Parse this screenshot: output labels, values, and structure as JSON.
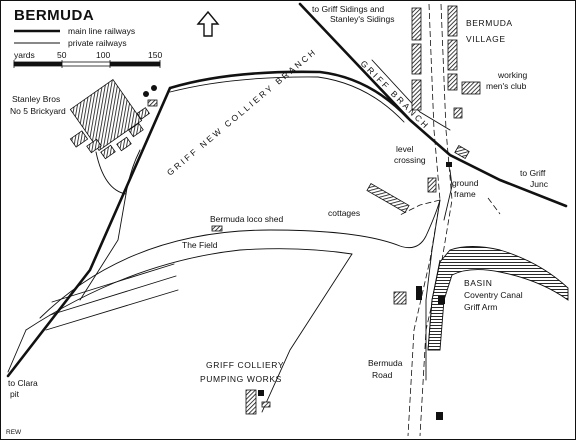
{
  "title": "BERMUDA",
  "legend": {
    "main_line": "main line railways",
    "private": "private railways",
    "scale_unit": "yards",
    "scale_ticks": [
      "50",
      "100",
      "150"
    ]
  },
  "labels": {
    "griff_sidings_1": "to Griff Sidings and",
    "griff_sidings_2": "Stanley's Sidings",
    "village_1": "BERMUDA",
    "village_2": "VILLAGE",
    "club_1": "working",
    "club_2": "men's club",
    "brickyard_1": "Stanley Bros",
    "brickyard_2": "No 5 Brickyard",
    "griff_new_branch": "GRIFF NEW COLLIERY BRANCH",
    "griff_branch": "GRIFF BRANCH",
    "level_1": "level",
    "level_2": "crossing",
    "ground_1": "ground",
    "ground_2": "frame",
    "griff_junc_1": "to Griff",
    "griff_junc_2": "Junc",
    "cottages": "cottages",
    "loco_shed": "Bermuda loco shed",
    "the_field": "The    Field",
    "basin": "BASIN",
    "canal_1": "Coventry Canal",
    "canal_2": "Griff Arm",
    "bermuda_road_1": "Bermuda",
    "bermuda_road_2": "Road",
    "pumping_1": "GRIFF COLLIERY",
    "pumping_2": "PUMPING WORKS",
    "clara_1": "to  Clara",
    "clara_2": "pit",
    "credit": "REW"
  },
  "icons": {
    "north": "north-arrow-icon"
  }
}
